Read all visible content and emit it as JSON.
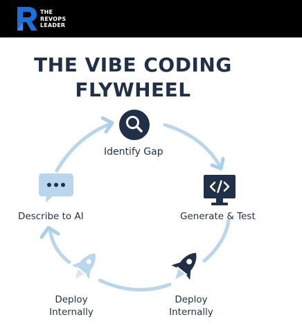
{
  "brand": {
    "logo_letter": "R",
    "logo_lines": [
      "THE",
      "REVOPS",
      "LEADER"
    ],
    "colors": {
      "banner": "#000000",
      "logo_blue": "#1f6fd6",
      "logo_text": "#ffffff"
    }
  },
  "title": {
    "line1": "THE VIBE CODING",
    "line2": "FLYWHEEL"
  },
  "steps": [
    {
      "label": "Identify Gap",
      "icon": "magnifier-icon"
    },
    {
      "label": "Generate & Test",
      "icon": "code-monitor-icon"
    },
    {
      "label": "Deploy Internally",
      "icon": "rocket-dark-icon"
    },
    {
      "label": "Deploy Internally",
      "icon": "rocket-light-icon"
    },
    {
      "label": "Describe to AI",
      "icon": "chat-bubble-icon"
    }
  ],
  "colors": {
    "navy": "#1f3048",
    "light_blue": "#b9d6ec",
    "arrow": "#aacfe9"
  }
}
